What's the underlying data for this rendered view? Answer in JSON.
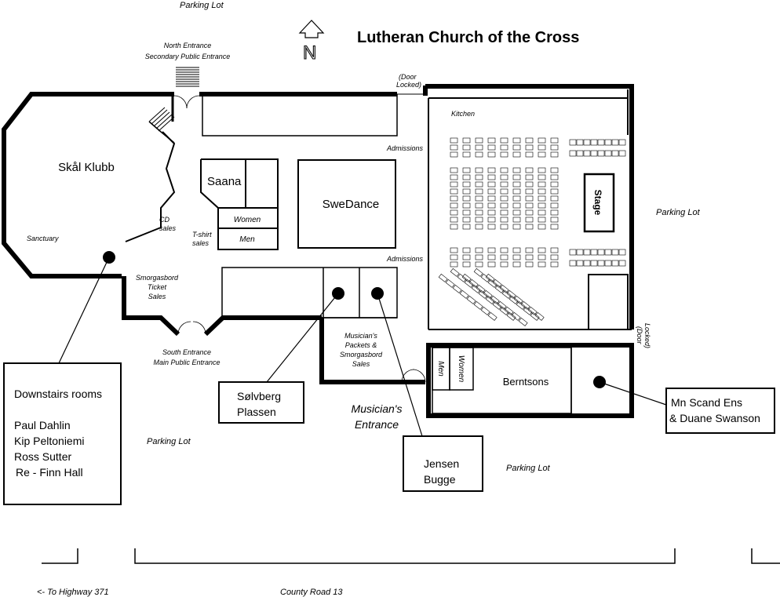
{
  "title": "Lutheran Church of the Cross",
  "compass": {
    "letter": "N",
    "icon": "north-arrow-icon"
  },
  "labels": {
    "parking_top": "Parking Lot",
    "parking_right": "Parking Lot",
    "parking_left_bottom": "Parking Lot",
    "parking_bottom": "Parking Lot",
    "north_entrance_1": "North Entrance",
    "north_entrance_2": "Secondary Public Entrance",
    "south_entrance_1": "South Entrance",
    "south_entrance_2": "Main Public Entrance",
    "door_locked_top_1": "(Door",
    "door_locked_top_2": "Locked)",
    "door_locked_right_1": "(Door",
    "door_locked_right_2": "Locked)",
    "admissions_top": "Admissions",
    "admissions_bottom": "Admissions",
    "cd_sales_1": "CD",
    "cd_sales_2": "sales",
    "tshirt_sales_1": "T-shirt",
    "tshirt_sales_2": "sales",
    "sanctuary": "Sanctuary",
    "smorgasbord_tickets_1": "Smorgasbord",
    "smorgasbord_tickets_2": "Ticket",
    "smorgasbord_tickets_3": "Sales",
    "musicians_packets_1": "Musician's",
    "musicians_packets_2": "Packets &",
    "musicians_packets_3": "Smorgasbord",
    "musicians_packets_4": "Sales",
    "musicians_entrance_1": "Musician's",
    "musicians_entrance_2": "Entrance",
    "to_highway": "<- To Highway 371",
    "county_road": "County Road 13"
  },
  "rooms": {
    "skal_klubb": "Skål Klubb",
    "saana": "Saana",
    "women_1": "Women",
    "men_1": "Men",
    "swedance": "SweDance",
    "kitchen": "Kitchen",
    "stage": "Stage",
    "berntsons": "Berntsons",
    "men_2": "Men",
    "women_2": "Women"
  },
  "callouts": {
    "downstairs": {
      "heading": "Downstairs rooms",
      "items": [
        "Paul Dahlin",
        "Kip Peltoniemi",
        "Ross Sutter",
        "Re - Finn Hall"
      ]
    },
    "solvberg": [
      "Sølvberg",
      "Plassen"
    ],
    "jensen": [
      "Jensen",
      "Bugge"
    ],
    "mn_scand": [
      "Mn Scand Ens",
      "& Duane Swanson"
    ]
  }
}
